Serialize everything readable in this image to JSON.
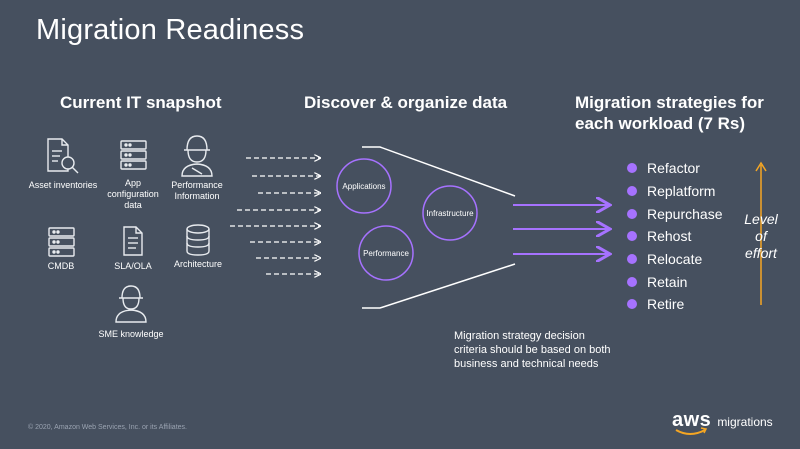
{
  "title": "Migration Readiness",
  "columns": {
    "snapshot": "Current IT snapshot",
    "discover": "Discover & organize data",
    "strategies_line1": "Migration strategies for",
    "strategies_line2": "each workload (7 Rs)"
  },
  "sources": [
    {
      "label1": "Asset inventories",
      "label2": "",
      "label3": "",
      "icon": "document-search-icon"
    },
    {
      "label1": "App",
      "label2": "configuration",
      "label3": "data",
      "icon": "server-icon"
    },
    {
      "label1": "Performance",
      "label2": "Information",
      "label3": "",
      "icon": "worker-icon"
    },
    {
      "label1": "CMDB",
      "label2": "",
      "label3": "",
      "icon": "server-icon"
    },
    {
      "label1": "SLA/OLA",
      "label2": "",
      "label3": "",
      "icon": "document-icon"
    },
    {
      "label1": "Architecture",
      "label2": "",
      "label3": "",
      "icon": "database-icon"
    },
    {
      "label1": "SME knowledge",
      "label2": "",
      "label3": "",
      "icon": "person-icon"
    }
  ],
  "circles": {
    "applications": "Applications",
    "infrastructure": "Infrastructure",
    "performance": "Performance"
  },
  "strategies": [
    "Refactor",
    "Replatform",
    "Repurchase",
    "Rehost",
    "Relocate",
    "Retain",
    "Retire"
  ],
  "effort": {
    "line1": "Level",
    "line2": "of",
    "line3": "effort"
  },
  "note": {
    "line1": "Migration strategy decision",
    "line2": "criteria should be based on both",
    "line3": "business and technical needs"
  },
  "footer": "© 2020, Amazon Web Services, Inc. or its Affiliates.",
  "logo": {
    "brand": "aws",
    "product": "migrations"
  },
  "colors": {
    "background": "#46505f",
    "accent": "#a672ff",
    "effort_arrow": "#f5a623",
    "icon": "#e8ebef"
  }
}
